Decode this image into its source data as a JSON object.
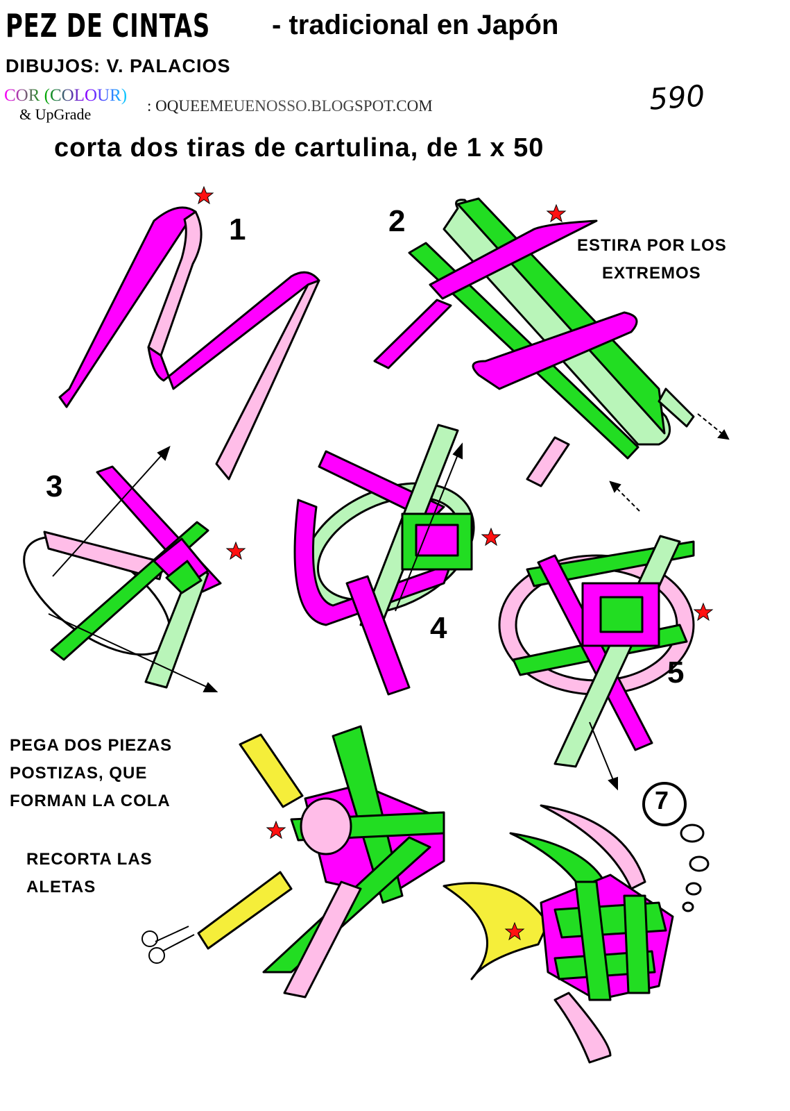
{
  "header": {
    "title": "PEZ DE CINTAS",
    "subtitle": "- tradicional en Japón",
    "credits": "DIBUJOS: V. PALACIOS",
    "colour_label": "COR (COLOUR)",
    "upgrade_label": "& UpGrade",
    "blog": ": OQUEEMEUENOSSO.BLOGSPOT.COM",
    "sheet_number": "590"
  },
  "instruction": "corta dos tiras de cartulina, de 1 x 50",
  "notes": {
    "stretch_line1": "ESTIRA POR LOS",
    "stretch_line2": "EXTREMOS",
    "tail_line1": "PEGA DOS PIEZAS",
    "tail_line2": "POSTIZAS, QUE",
    "tail_line3": "FORMAN LA COLA",
    "fins_line1": "RECORTA LAS",
    "fins_line2": "ALETAS"
  },
  "steps": [
    "1",
    "2",
    "3",
    "4",
    "5",
    "7"
  ],
  "colors": {
    "magenta": "#ff00ff",
    "pink": "#ffbde8",
    "green": "#22dd22",
    "light_green": "#b9f5b9",
    "yellow": "#f5ee3a",
    "star": "#ff1111"
  }
}
